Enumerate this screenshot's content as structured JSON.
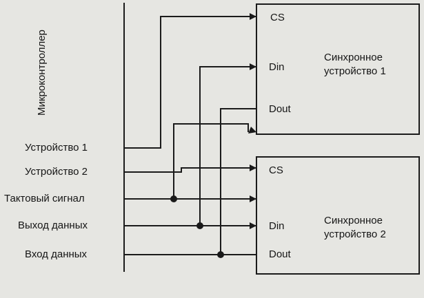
{
  "mcu": {
    "label": "Микроконтроллер"
  },
  "signals": {
    "device1": "Устройство 1",
    "device2": "Устройство 2",
    "clock": "Тактовый сигнал",
    "data_out": "Выход данных",
    "data_in": "Вход данных"
  },
  "sync_device_1": {
    "cs": "CS",
    "din": "Din",
    "dout": "Dout",
    "name_line1": "Синхронное",
    "name_line2": "устройство 1"
  },
  "sync_device_2": {
    "cs": "CS",
    "din": "Din",
    "dout": "Dout",
    "name_line1": "Синхронное",
    "name_line2": "устройство 2"
  }
}
